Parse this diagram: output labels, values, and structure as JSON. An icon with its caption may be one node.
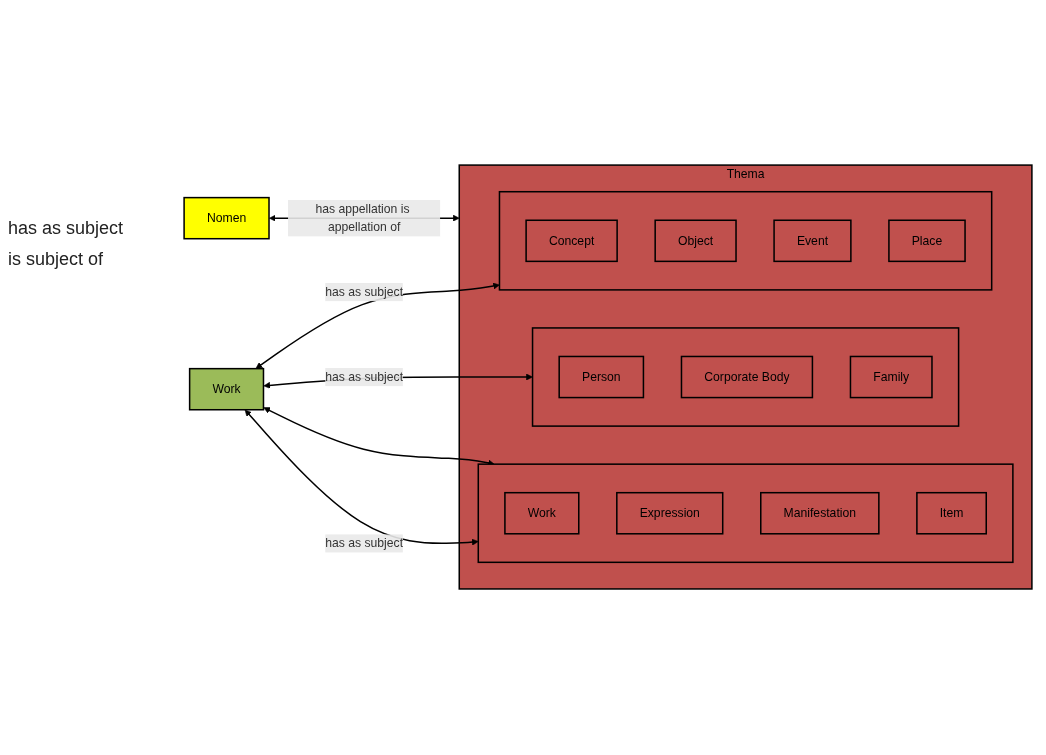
{
  "diagram": {
    "nodes": [
      {
        "text": [
          "Work"
        ]
      },
      {
        "text": [
          "Thema"
        ]
      },
      {
        "text": [],
        "shape": "box",
        "in": 1
      },
      {
        "text": [
          "Work"
        ],
        "in": 2
      },
      {
        "text": [
          "Expression"
        ],
        "in": 2
      },
      {
        "text": [
          "Manifestation"
        ],
        "in": 2
      },
      {
        "text": [
          "Item"
        ],
        "in": 2
      },
      {
        "text": [],
        "shape": "box",
        "in": 1
      },
      {
        "text": [
          "Person"
        ],
        "in": 7
      },
      {
        "text": [
          "Corporate Body"
        ],
        "in": 7
      },
      {
        "text": [
          "Family"
        ],
        "in": 7
      },
      {
        "text": [],
        "shape": "box",
        "in": 1
      },
      {
        "text": [
          "Concept"
        ],
        "in": 11
      },
      {
        "text": [
          "Object"
        ],
        "in": 11
      },
      {
        "text": [
          "Event"
        ],
        "in": 11
      },
      {
        "text": [
          "Place"
        ],
        "in": 11
      },
      {
        "text": [
          "Nomen"
        ]
      }
    ],
    "edges": [
      {
        "from": 0,
        "to": 2,
        "arrow": "both",
        "label": "has as subject"
      },
      {
        "from": 0,
        "to": 2,
        "arrow": "both"
      },
      {
        "from": 0,
        "to": 7,
        "arrow": "both",
        "label": "has as subject"
      },
      {
        "from": 0,
        "to": 11,
        "arrow": "both",
        "label": "has as subject"
      },
      {
        "from": 16,
        "to": 1,
        "arrow": "both",
        "label": "has appellation is appellation of"
      }
    ],
    "labels": [
      "has as subject",
      "is subject of"
    ]
  }
}
